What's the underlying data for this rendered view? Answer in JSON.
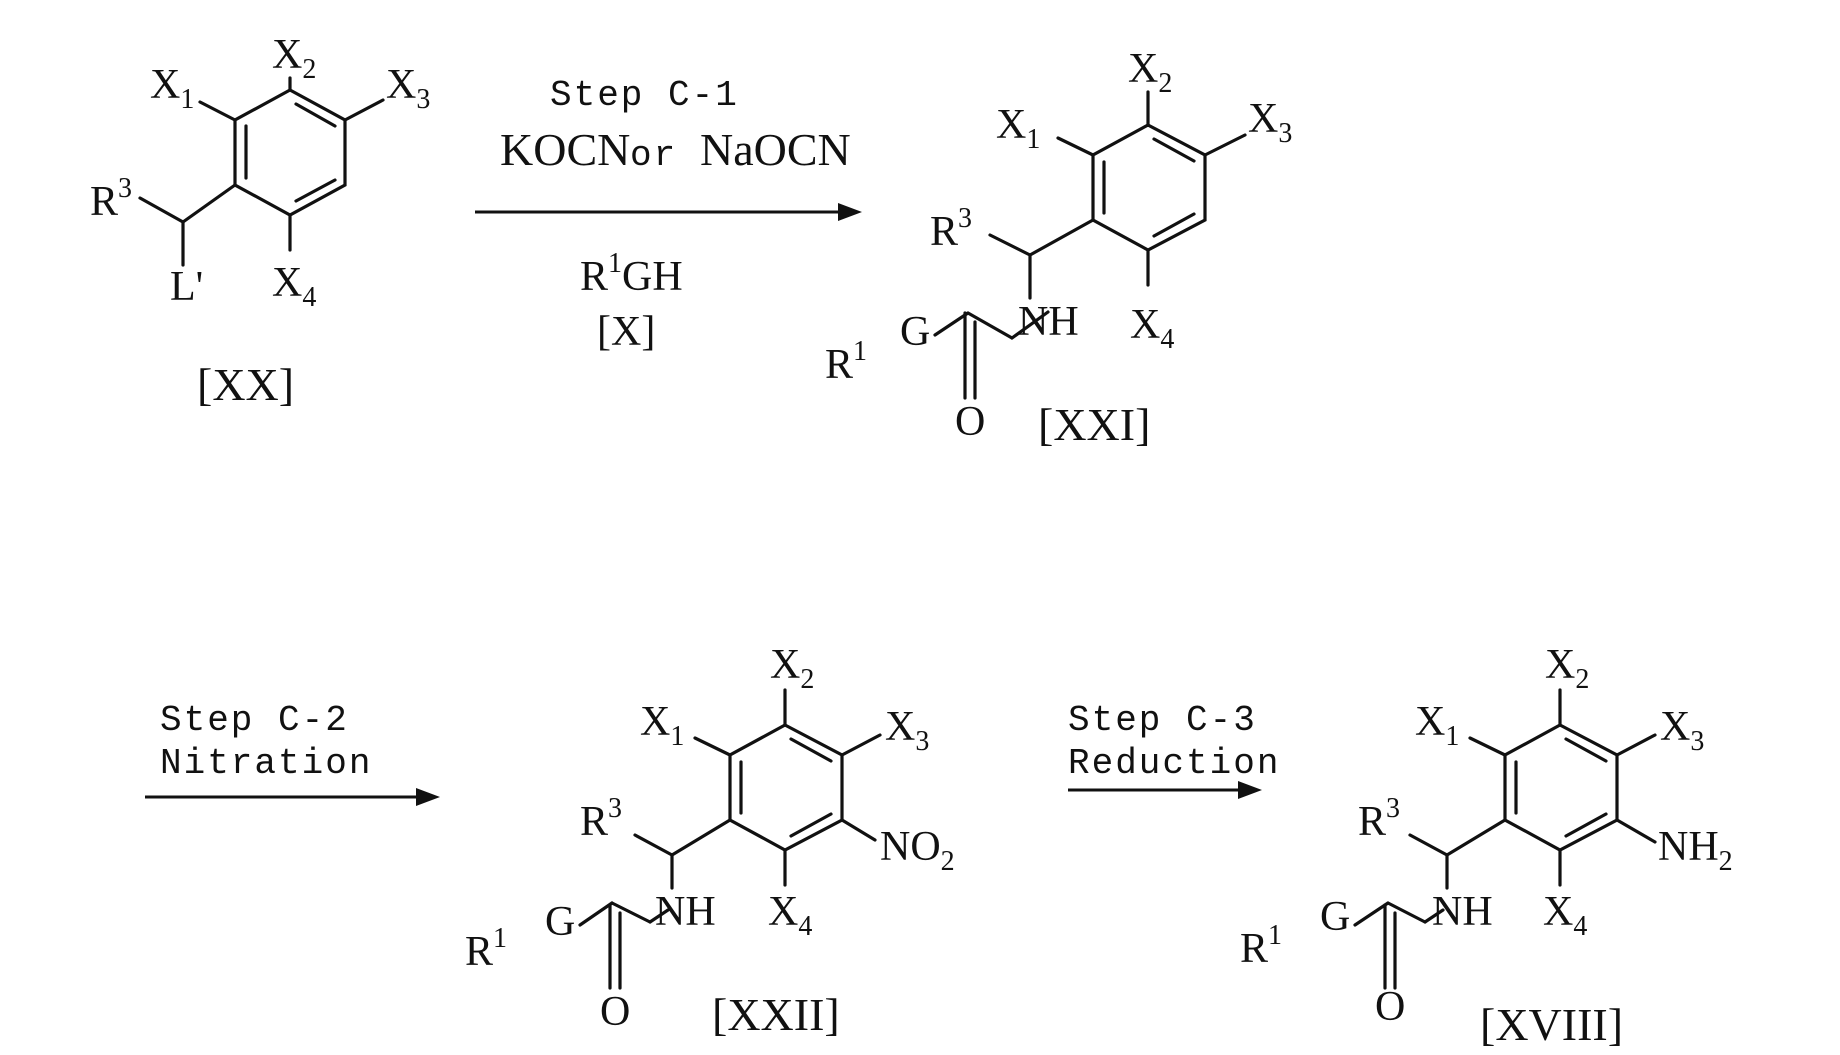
{
  "atoms": {
    "x": "X",
    "r": "R",
    "one": "1",
    "two": "2",
    "three": "3",
    "four": "4",
    "l_prime": "L'",
    "g": "G",
    "nh": "NH",
    "o": "O",
    "no": "NO",
    "nh2_base": "NH"
  },
  "steps": {
    "c1": {
      "title": "Step C-1",
      "reagent_a": "KOCN",
      "or": "or",
      "reagent_b": "NaOCN",
      "reagent_c_prefix": "R",
      "reagent_c_suffix": "GH",
      "reagent_c_label": "[X]"
    },
    "c2": {
      "title": "Step C-2",
      "name": "Nitration"
    },
    "c3": {
      "title": "Step C-3",
      "name": "Reduction"
    }
  },
  "compounds": {
    "xx": "[XX]",
    "xxi": "[XXI]",
    "xxii": "[XXII]",
    "xviii": "[XVIII]"
  }
}
